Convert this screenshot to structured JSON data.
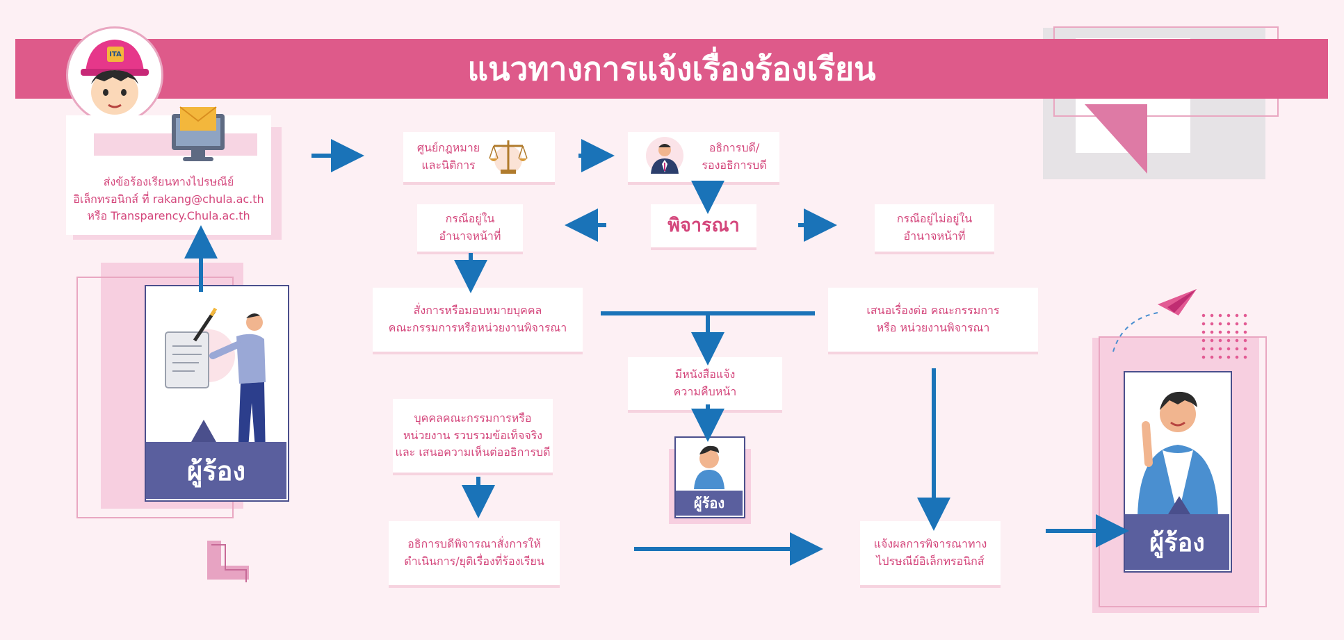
{
  "title": "แนวทางการแจ้งเรื่องร้องเรียน",
  "colors": {
    "banner": "#de5a8a",
    "arrow": "#1a73b8",
    "text": "#d4477c",
    "avatar_bar": "#5a5f9e"
  },
  "steps": {
    "submit": {
      "lines": [
        "ส่งข้อร้องเรียนทางไปรษณีย์",
        "อิเล็กทรอนิกส์ ที่ rakang@chula.ac.th",
        "หรือ Transparency.Chula.ac.th"
      ]
    },
    "legal": {
      "lines": [
        "ศูนย์กฎหมาย",
        "และนิติการ"
      ]
    },
    "president": {
      "lines": [
        "อธิการบดี/",
        "รองอธิการบดี"
      ]
    },
    "consider": {
      "label": "พิจารณา"
    },
    "in_authority": {
      "lines": [
        "กรณีอยู่ใน",
        "อำนาจหน้าที่"
      ]
    },
    "out_authority": {
      "lines": [
        "กรณีอยู่ไม่อยู่ใน",
        "อำนาจหน้าที่"
      ]
    },
    "assign": {
      "lines": [
        "สั่งการหรือมอบหมายบุคคล",
        "คณะกรรมการหรือหน่วยงานพิจารณา"
      ]
    },
    "propose": {
      "lines": [
        "เสนอเรื่องต่อ คณะกรรมการ",
        "หรือ หน่วยงานพิจารณา"
      ]
    },
    "progress": {
      "lines": [
        "มีหนังสือแจ้ง",
        "ความคืบหน้า"
      ]
    },
    "gather": {
      "lines": [
        "บุคคลคณะกรรมการหรือ",
        "หน่วยงาน รวบรวมข้อเท็จจริง",
        "และ เสนอความเห็นต่ออธิการบดี"
      ]
    },
    "decide": {
      "lines": [
        "อธิการบดีพิจารณาสั่งการให้",
        "ดำเนินการ/ยุติเรื่องที่ร้องเรียน"
      ]
    },
    "notify": {
      "lines": [
        "แจ้งผลการพิจารณาทาง",
        "ไปรษณีย์อิเล็กทรอนิกส์"
      ]
    }
  },
  "complainant_label": "ผู้ร้อง",
  "mascot_badge": "ITA",
  "icons": [
    "mascot-icon",
    "computer-mail-icon",
    "scales-icon",
    "president-icon",
    "writing-person-icon",
    "paper-plane-icon",
    "complainant-icon"
  ]
}
